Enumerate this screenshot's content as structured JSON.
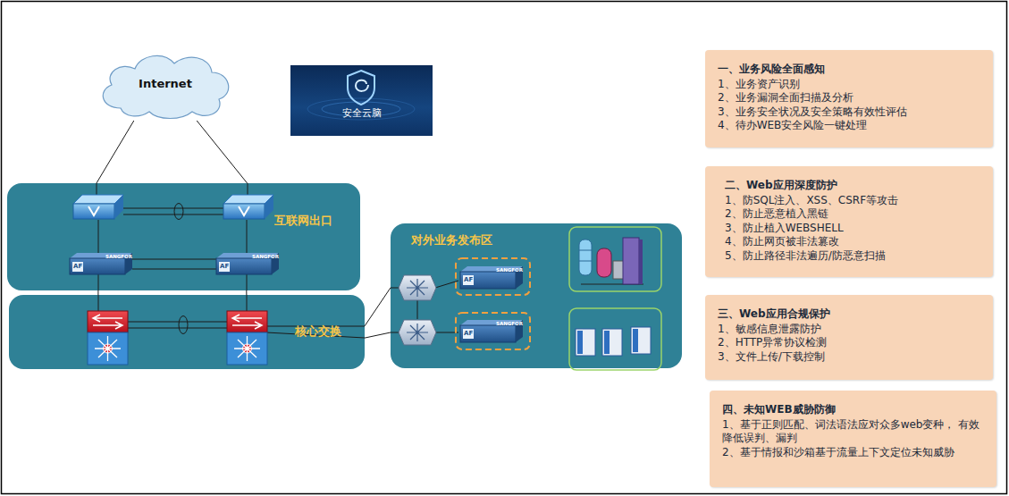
{
  "diagram": {
    "nodes": [
      {
        "text": [
          "Internet"
        ]
      },
      {
        "text": [
          "安全云脑"
        ]
      },
      {
        "text": [
          "互联网出口"
        ]
      },
      {
        "text": [
          "核心交换"
        ]
      },
      {
        "text": [
          "对外业务发布区"
        ]
      },
      {
        "text": [
          "一、业务风险全面感知",
          "1、业务资产识别",
          "2、业务漏洞全面扫描及分析",
          "3、业务安全状况及安全策略有效性评估",
          "4、待办WEB安全风险一键处理"
        ]
      },
      {
        "text": [
          "二、Web应用深度防护",
          "1、防SQL注入、XSS、CSRF等攻击",
          "2、防止恶意植入黑链",
          "3、防止植入WEBSHELL",
          "4、防止网页被非法篡改",
          "5、防止路径非法遍历/防恶意扫描"
        ]
      },
      {
        "text": [
          "三、Web应用合规保护",
          "1、敏感信息泄露防护",
          "2、HTTP异常协议检测",
          "3、文件上传/下载控制"
        ]
      },
      {
        "text": [
          "四、未知WEB威胁防御",
          "1、基于正则匹配、词法语法应对众多web变种， 有效降低误判、漏判",
          "2、基于情报和沙箱基于流量上下文定位未知威胁"
        ]
      }
    ],
    "edges": [
      {
        "from": 0,
        "to": 2,
        "arrow": "none"
      },
      {
        "from": 0,
        "to": 2,
        "arrow": "none"
      },
      {
        "from": 2,
        "to": 3,
        "arrow": "none"
      },
      {
        "from": 2,
        "to": 3,
        "arrow": "none"
      },
      {
        "from": 3,
        "to": 4,
        "arrow": "none"
      },
      {
        "from": 3,
        "to": 4,
        "arrow": "none"
      }
    ],
    "labels": [
      "SANGFOR",
      "AF",
      "SANGFOR",
      "AF",
      "SANGFOR",
      "AF",
      "SANGFOR",
      "AF"
    ]
  }
}
